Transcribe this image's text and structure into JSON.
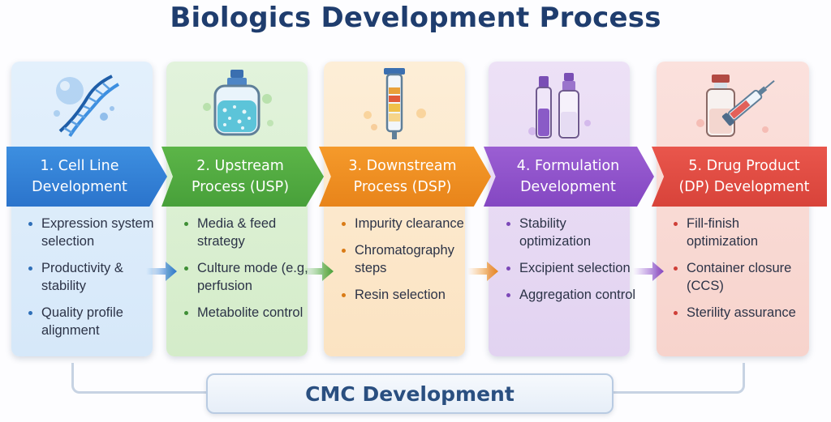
{
  "title": "Biologics Development Process",
  "steps": [
    {
      "label": "1. Cell Line\nDevelopment",
      "icon": "dna-icon",
      "color": "#2b74cc",
      "bullets": [
        "Expression system selection",
        "Productivity & stability",
        "Quality profile alignment"
      ]
    },
    {
      "label": "2. Upstream\nProcess (USP)",
      "icon": "bioreactor-icon",
      "color": "#48a03a",
      "bullets": [
        "Media & feed strategy",
        "Culture mode (e.g, perfusion",
        "Metabolite control"
      ]
    },
    {
      "label": "3. Downstream\nProcess (DSP)",
      "icon": "chromatography-column-icon",
      "color": "#e8841a",
      "bullets": [
        "Impurity clearance",
        "Chromatography steps",
        "Resin selection"
      ]
    },
    {
      "label": "4. Formulation\nDevelopment",
      "icon": "vials-icon",
      "color": "#8447c2",
      "bullets": [
        "Stability optimization",
        "Excipient selection",
        "Aggregation control"
      ]
    },
    {
      "label": "5. Drug Product\n(DP) Development",
      "icon": "vial-syringe-icon",
      "color": "#d8433a",
      "bullets": [
        "Fill-finish optimization",
        "Container closure (CCS)",
        "Sterility assurance"
      ]
    }
  ],
  "footer": {
    "label": "CMC Development"
  }
}
